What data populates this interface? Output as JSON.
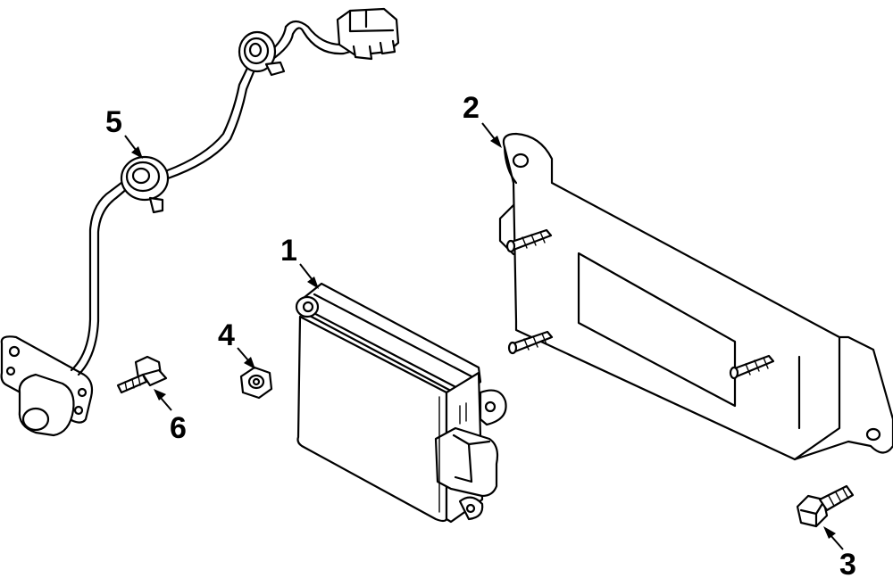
{
  "callouts": [
    {
      "id": "1",
      "label": "1",
      "part": "module"
    },
    {
      "id": "2",
      "label": "2",
      "part": "bracket"
    },
    {
      "id": "3",
      "label": "3",
      "part": "bolt"
    },
    {
      "id": "4",
      "label": "4",
      "part": "nut"
    },
    {
      "id": "5",
      "label": "5",
      "part": "wire-harness"
    },
    {
      "id": "6",
      "label": "6",
      "part": "screw"
    }
  ],
  "colors": {
    "line": "#000000",
    "background": "#ffffff"
  }
}
